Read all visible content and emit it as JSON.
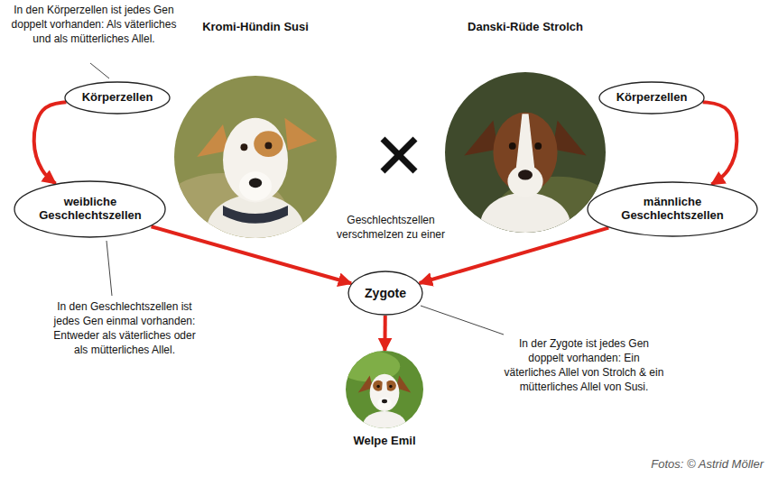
{
  "diagram": {
    "nodes": [
      {
        "text": [
          "Körperzellen"
        ]
      },
      {
        "text": [
          "Kromi-Hündin Susi"
        ]
      },
      {
        "text": [
          "Danski-Rüde Strolch"
        ]
      },
      {
        "text": [
          "Körperzellen"
        ]
      },
      {
        "text": [
          "weibliche Geschlechtszellen"
        ]
      },
      {
        "text": [
          "männliche Geschlechtszellen"
        ]
      },
      {
        "text": [
          "Zygote"
        ]
      },
      {
        "text": [
          "Welpe Emil"
        ]
      }
    ],
    "edges": [
      {
        "from": 0,
        "to": 4,
        "arrow": "to"
      },
      {
        "from": 3,
        "to": 5,
        "arrow": "to"
      },
      {
        "from": 4,
        "to": 6,
        "arrow": "to"
      },
      {
        "from": 5,
        "to": 6,
        "arrow": "to"
      },
      {
        "from": 6,
        "to": 7,
        "arrow": "to"
      }
    ],
    "labels": [
      "In den Körperzellen ist jedes Gen doppelt vorhanden: Als väterliches und als mütterliches Allel.",
      "Geschlechtszellen verschmelzen zu einer",
      "In den Geschlechtszellen ist jedes Gen einmal vorhanden: Entweder als väterliches oder als mütterliches Allel.",
      "In der Zygote ist jedes Gen doppelt vorhanden: Ein väterliches Allel von Strolch & ein mütterliches Allel von Susi.",
      "Fotos: © Astrid Möller"
    ]
  }
}
